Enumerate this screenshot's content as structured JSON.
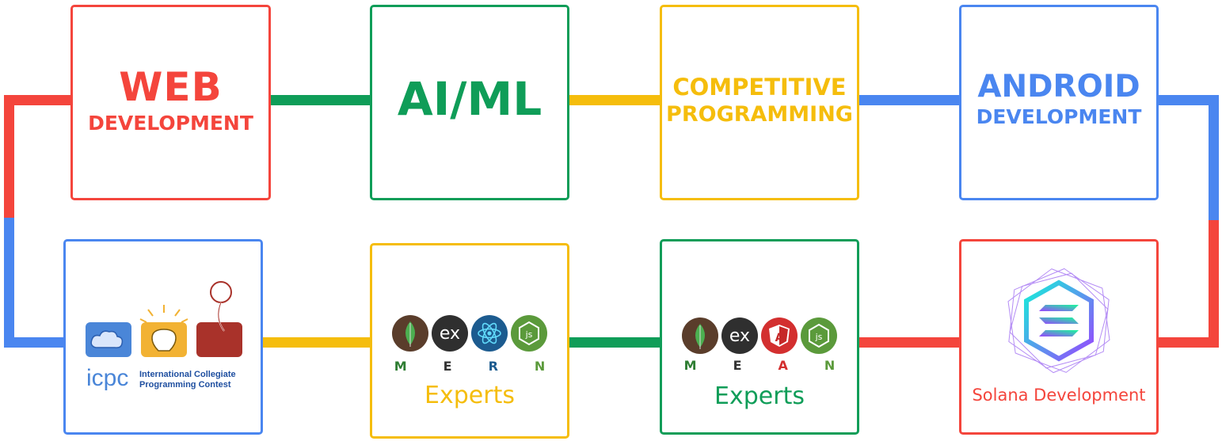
{
  "colors": {
    "red": "#f4453c",
    "green": "#0f9d58",
    "yellow": "#f5bd0c",
    "blue": "#4a86f0"
  },
  "boxes": {
    "web": {
      "line1": "WEB",
      "line2": "DEVELOPMENT"
    },
    "aiml": {
      "text": "AI/ML"
    },
    "cp": {
      "line1": "COMPETITIVE",
      "line2": "PROGRAMMING"
    },
    "android": {
      "line1": "ANDROID",
      "line2": "DEVELOPMENT"
    },
    "icpc": {
      "brand": "icpc",
      "line1": "International Collegiate",
      "line2": "Programming Contest"
    },
    "mern": {
      "letters": [
        "M",
        "E",
        "R",
        "N"
      ],
      "label": "Experts",
      "logos": [
        "mongodb-leaf-icon",
        "express-icon",
        "react-icon",
        "nodejs-icon"
      ]
    },
    "mean": {
      "letters": [
        "M",
        "E",
        "A",
        "N"
      ],
      "label": "Experts",
      "logos": [
        "mongodb-leaf-icon",
        "express-icon",
        "angular-icon",
        "nodejs-icon"
      ]
    },
    "solana": {
      "label": "Solana Development"
    }
  }
}
